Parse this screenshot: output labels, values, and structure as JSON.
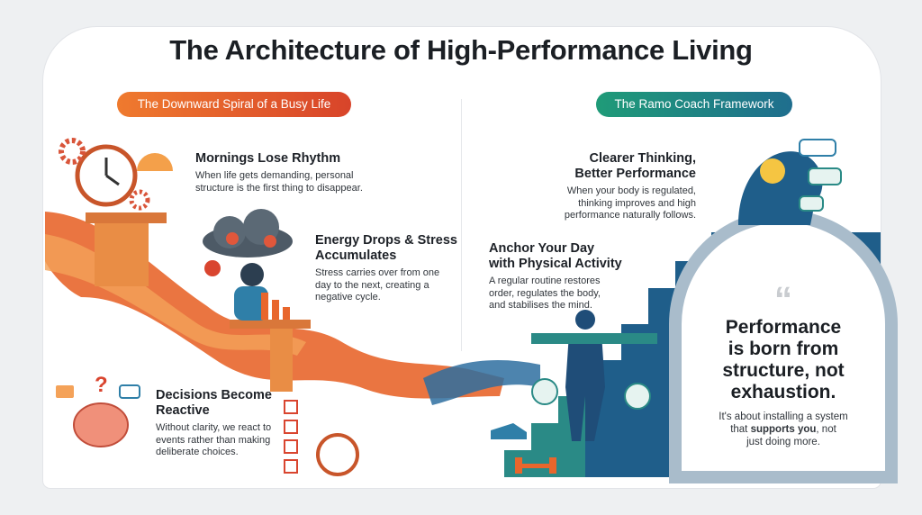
{
  "title": "The Architecture of High-Performance Living",
  "left_section": {
    "label": "The Downward Spiral of a Busy Life",
    "items": [
      {
        "title": "Mornings Lose Rhythm",
        "line1": "When life gets demanding, personal",
        "line2": "structure is the first thing to disappear."
      },
      {
        "title1": "Energy Drops & Stress",
        "title2": "Accumulates",
        "line1": "Stress carries over from one",
        "line2": "day to the next, creating a",
        "line3": "negative cycle."
      },
      {
        "title1": "Decisions Become",
        "title2": "Reactive",
        "line1": "Without clarity, we react to",
        "line2": "events rather than making",
        "line3": "deliberate choices."
      }
    ]
  },
  "right_section": {
    "label": "The Ramo Coach Framework",
    "items": [
      {
        "title1": "Clearer Thinking,",
        "title2": "Better Performance",
        "line1": "When your body is regulated,",
        "line2": "thinking improves and high",
        "line3": "performance naturally follows."
      },
      {
        "title1": "Anchor Your Day",
        "title2": "with Physical Activity",
        "line1": "A regular routine restores",
        "line2": "order, regulates the body,",
        "line3": "and stabilises the mind."
      }
    ],
    "quote": {
      "mark": "“",
      "line1": "Performance",
      "line2": "is born from",
      "line3": "structure, not",
      "line4": "exhaustion.",
      "sub1": "It's about installing a system",
      "sub2_pre": "that ",
      "sub2_bold": "supports you",
      "sub2_post": ", not",
      "sub3": "just doing more."
    }
  },
  "colors": {
    "orange": "#e8662c",
    "teal": "#1f8a7e",
    "blue": "#1f5e8a"
  }
}
